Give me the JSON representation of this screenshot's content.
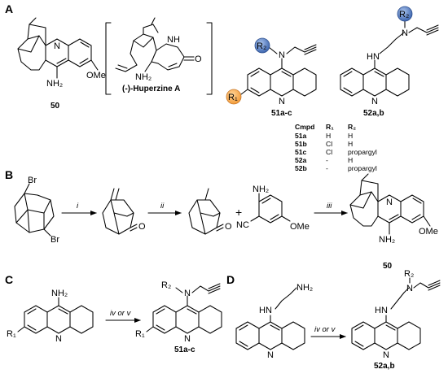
{
  "panels": {
    "A": "A",
    "B": "B",
    "C": "C",
    "D": "D"
  },
  "panel_a": {
    "compound_50": {
      "label": "50",
      "amine": "NH₂",
      "n": "N",
      "ome": "OMe"
    },
    "huperzine": {
      "name": "(-)-Huperzine A",
      "amine": "NH₂",
      "nh": "NH",
      "o": "O"
    },
    "compound_51": {
      "label": "51a-c",
      "r1": "R₁",
      "r2": "R₂",
      "n_amine": "N",
      "n_ring": "N"
    },
    "compound_52": {
      "label": "52a,b",
      "r2": "R₂",
      "n_amine": "N",
      "hn": "HN",
      "n_ring": "N"
    },
    "table": {
      "headers": [
        "Cmpd",
        "R₁",
        "R₂"
      ],
      "rows": [
        {
          "cmpd": "51a",
          "r1": "H",
          "r2": "H"
        },
        {
          "cmpd": "51b",
          "r1": "Cl",
          "r2": "H"
        },
        {
          "cmpd": "51c",
          "r1": "Cl",
          "r2": "propargyl"
        },
        {
          "cmpd": "52a",
          "r1": "-",
          "r2": "H"
        },
        {
          "cmpd": "52b",
          "r1": "-",
          "r2": "propargyl"
        }
      ]
    },
    "colors": {
      "r1_circle": "#f39c3a",
      "r2_circle": "#4a72b8"
    }
  },
  "panel_b": {
    "start": {
      "br_top": "Br",
      "br_bottom": "Br"
    },
    "steps": [
      "i",
      "ii",
      "iii"
    ],
    "ketone_o1": "O",
    "ketone_o2": "O",
    "plus": "+",
    "reagent": {
      "amine": "NH₂",
      "nitrile": "NC",
      "ome": "OMe"
    },
    "product": {
      "label": "50",
      "amine": "NH₂",
      "n": "N",
      "ome": "OMe"
    }
  },
  "panel_c": {
    "start": {
      "amine": "NH₂",
      "r1": "R₁",
      "n": "N"
    },
    "step": "iv or v",
    "product": {
      "label": "51a-c",
      "r2": "R₂",
      "n_amine": "N",
      "r1": "R₁",
      "n_ring": "N"
    }
  },
  "panel_d": {
    "start": {
      "amine": "NH₂",
      "hn": "HN",
      "n": "N"
    },
    "step": "iv or v",
    "product": {
      "label": "52a,b",
      "r2": "R₂",
      "n_amine": "N",
      "hn": "HN",
      "n_ring": "N"
    }
  }
}
